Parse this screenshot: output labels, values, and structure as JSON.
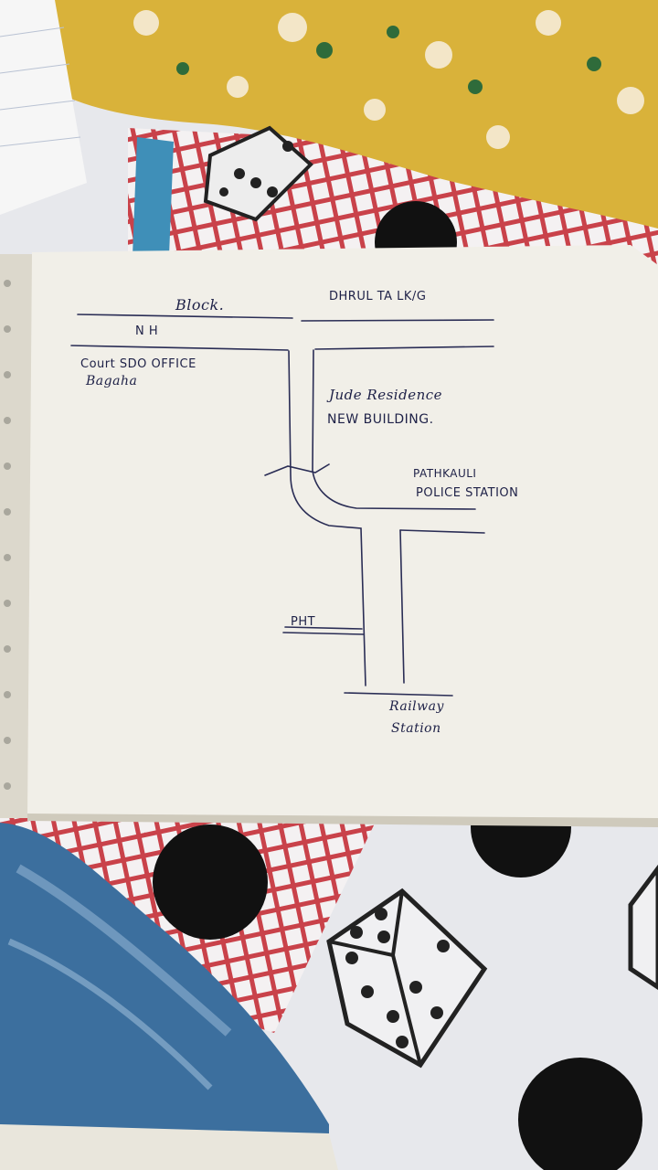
{
  "photo": {
    "subject": "hand-drawn-route-map-on-notebook-page",
    "colors": {
      "paper": "#f1efe8",
      "ink": "#1e2147",
      "cloth_yellow": "#d9b23a",
      "cloth_check": "#c9424a",
      "cloth_white": "#e7e8ec",
      "dots": "#111111",
      "denim": "#3c6f9e"
    }
  },
  "map": {
    "labels": {
      "block": "Block.",
      "dhrul": "DHRUL TA LK/G",
      "nh": "N H",
      "court": "Court SDO OFFICE",
      "bagaha": "Bagaha",
      "jude": "Jude Residence",
      "new_building": "NEW BUILDING.",
      "pathkauli": "PATHKAULI",
      "police": "POLICE STATION",
      "pht": "PHT",
      "railway": "Railway",
      "station": "Station"
    }
  }
}
